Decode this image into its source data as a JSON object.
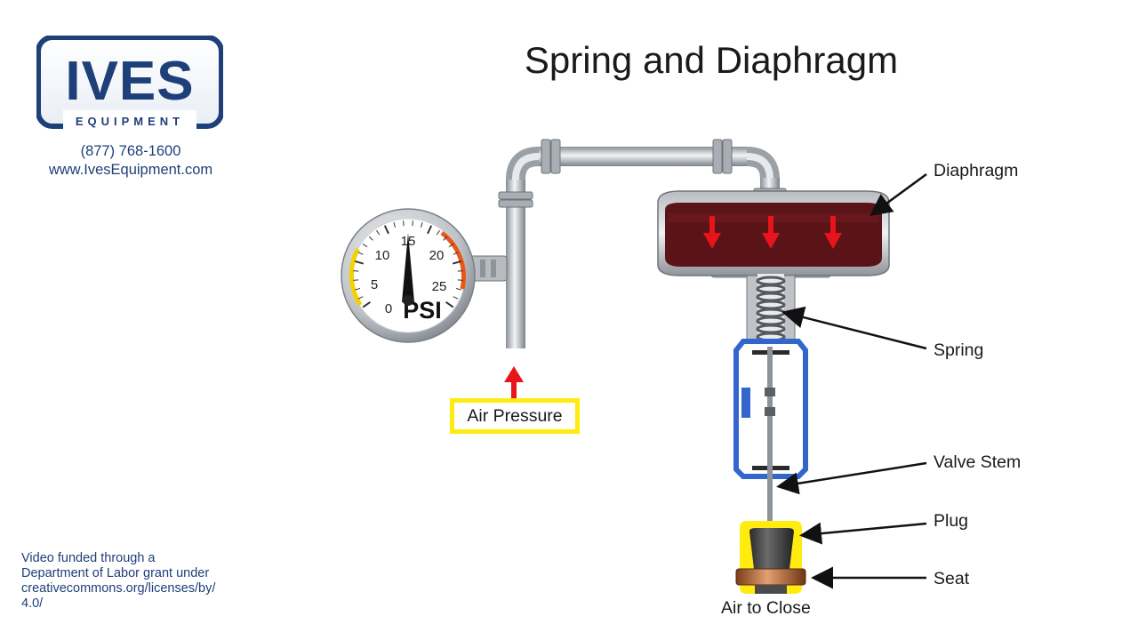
{
  "logo": {
    "brand": "IVES",
    "sub": "EQUIPMENT",
    "color": "#1f3f79"
  },
  "contact": {
    "phone": "(877) 768-1600",
    "website": "www.IvesEquipment.com"
  },
  "title": "Spring and Diaphragm",
  "gauge": {
    "ticks": [
      "0",
      "5",
      "10",
      "15",
      "20",
      "25"
    ],
    "unit": "PSI",
    "reading": 15
  },
  "labels": {
    "diaphragm": "Diaphragm",
    "spring": "Spring",
    "valve_stem": "Valve Stem",
    "plug": "Plug",
    "seat": "Seat",
    "air_pressure": "Air Pressure",
    "air_to_close": "Air to Close"
  },
  "credit": [
    "Video funded through a",
    "Department of Labor grant under",
    "creativecommons.org/licenses/by/",
    "4.0/"
  ],
  "colors": {
    "arrow": "#e8141c",
    "highlight": "#ffeb10",
    "housing": "#3366cc",
    "diaphragm_fill": "#5a1418"
  }
}
